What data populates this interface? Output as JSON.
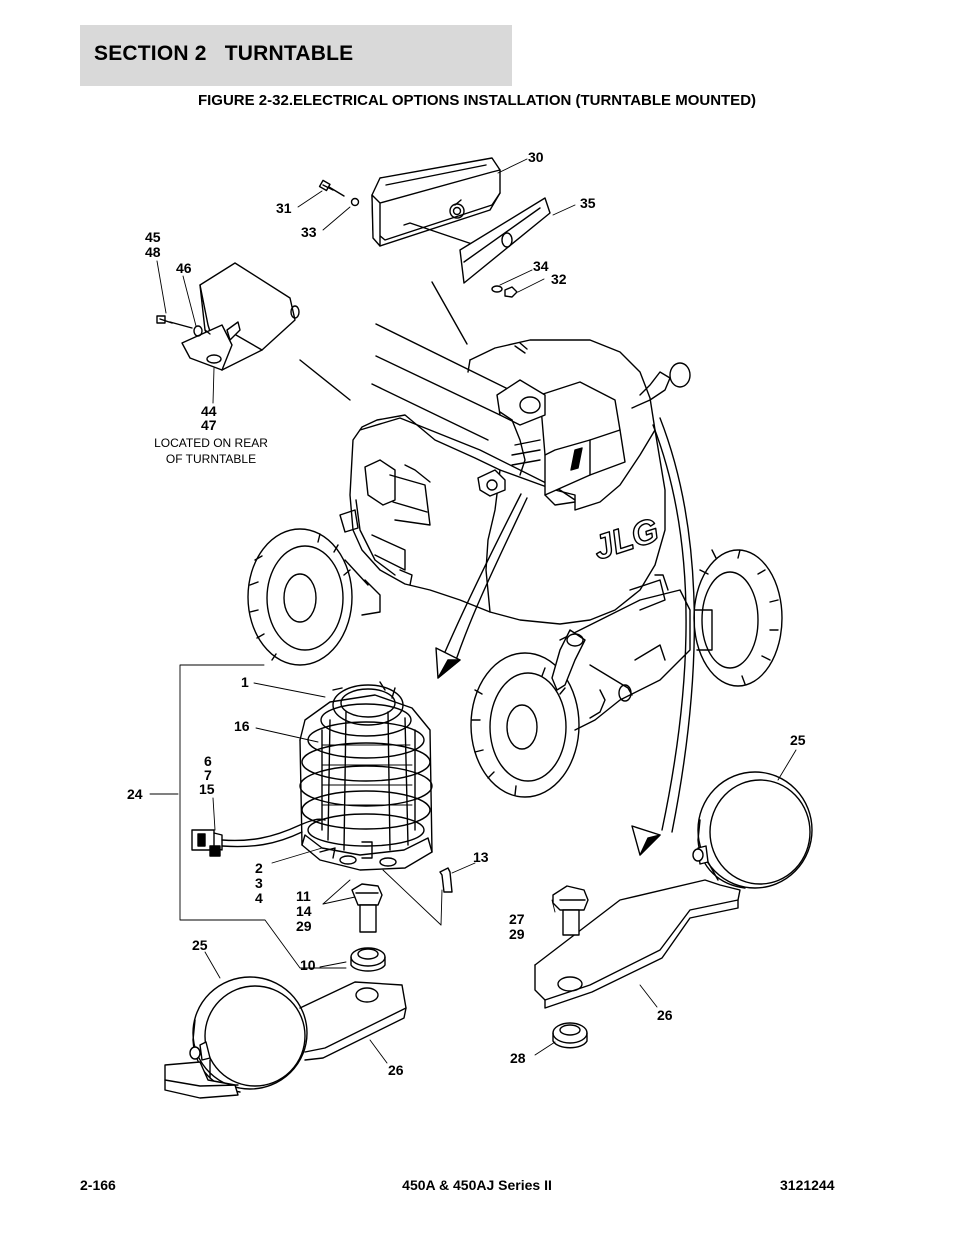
{
  "header": {
    "section": "SECTION 2   TURNTABLE"
  },
  "figure": {
    "title": "FIGURE 2-32.ELECTRICAL OPTIONS INSTALLATION (TURNTABLE MOUNTED)"
  },
  "callouts": {
    "c1": "1",
    "c2": "2",
    "c3": "3",
    "c4": "4",
    "c6": "6",
    "c7": "7",
    "c10": "10",
    "c11": "11",
    "c13": "13",
    "c14": "14",
    "c15": "15",
    "c16": "16",
    "c24": "24",
    "c25a": "25",
    "c25b": "25",
    "c26a": "26",
    "c26b": "26",
    "c27": "27",
    "c28": "28",
    "c29a": "29",
    "c29b": "29",
    "c30": "30",
    "c31": "31",
    "c32": "32",
    "c33": "33",
    "c34": "34",
    "c35": "35",
    "c44": "44",
    "c45": "45",
    "c46": "46",
    "c47": "47",
    "c48": "48"
  },
  "notes": {
    "rear_line1": "LOCATED ON REAR",
    "rear_line2": "OF TURNTABLE"
  },
  "brand": "JLG",
  "footer": {
    "page": "2-166",
    "model": "450A & 450AJ Series II",
    "doc": "3121244"
  }
}
